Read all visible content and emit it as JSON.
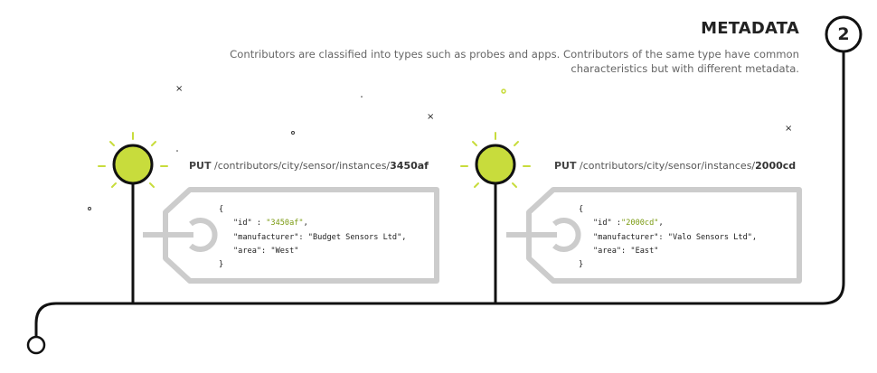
{
  "header": {
    "title": "METADATA",
    "step": "2",
    "description": "Contributors are classified into types such as probes and apps.  Contributors of the same type have common characteristics but with different metadata."
  },
  "colors": {
    "accent": "#c8dc3c",
    "line": "#111111",
    "tag": "#cccccc",
    "value_text": "#7a9a10"
  },
  "requests": [
    {
      "method": "PUT",
      "path": "/contributors/city/sensor/instances/",
      "id": "3450af",
      "body": {
        "open": "{",
        "id_line_key": "\"id\" : ",
        "id_value": "\"3450af\"",
        "id_line_end": ",",
        "manufacturer_line": "\"manufacturer\": \"Budget Sensors Ltd\",",
        "area_line": "\"area\": \"West\"",
        "close": "}"
      }
    },
    {
      "method": "PUT",
      "path": "/contributors/city/sensor/instances/",
      "id": "2000cd",
      "body": {
        "open": "{",
        "id_line_key": "\"id\" :",
        "id_value": "\"2000cd\"",
        "id_line_end": ",",
        "manufacturer_line": "\"manufacturer\": \"Valo Sensors Ltd\",",
        "area_line": "\"area\": \"East\"",
        "close": "}"
      }
    }
  ],
  "decorations": {
    "cross_glyph": "×",
    "small_glyph": "◦",
    "dot_glyph": "·"
  }
}
